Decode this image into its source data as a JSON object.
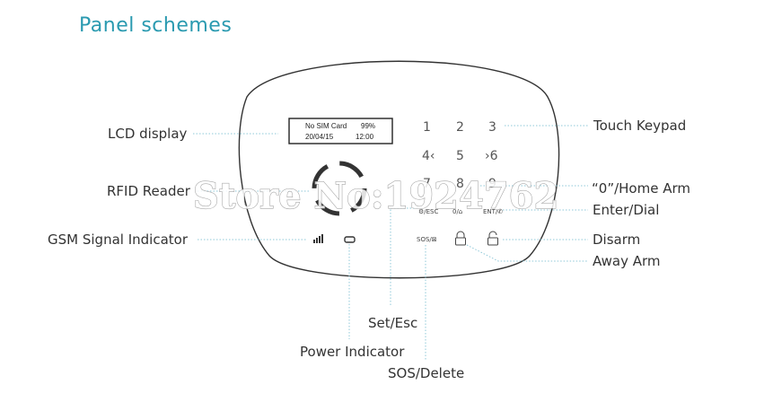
{
  "title": "Panel schemes",
  "lcd": {
    "line1_left": "No SIM Card",
    "line1_right": "99%",
    "line2_left": "20/04/15",
    "line2_right": "12:00"
  },
  "keys": {
    "k1": "1",
    "k2": "2",
    "k3": "3",
    "k4": "4‹",
    "k5": "5",
    "k6": "›6",
    "k7": "7",
    "k8": "8",
    "k9": "9",
    "set_esc": "⚙/ESC",
    "zero_home": "0/⌂",
    "enter_dial": "ENT/✆",
    "sos_del": "SOS/⊠"
  },
  "labels": {
    "lcd_display": "LCD display",
    "rfid_reader": "RFID Reader",
    "gsm_signal": "GSM Signal Indicator",
    "touch_keypad": "Touch Keypad",
    "home_arm": "“0”/Home Arm",
    "enter_dial": "Enter/Dial",
    "disarm": "Disarm",
    "away_arm": "Away Arm",
    "set_esc": "Set/Esc",
    "power_indicator": "Power Indicator",
    "sos_delete": "SOS/Delete"
  },
  "watermark": "Store No:1924762",
  "colors": {
    "title": "#2a9ab0",
    "leader": "#8fc8d8",
    "outline": "#333333"
  }
}
